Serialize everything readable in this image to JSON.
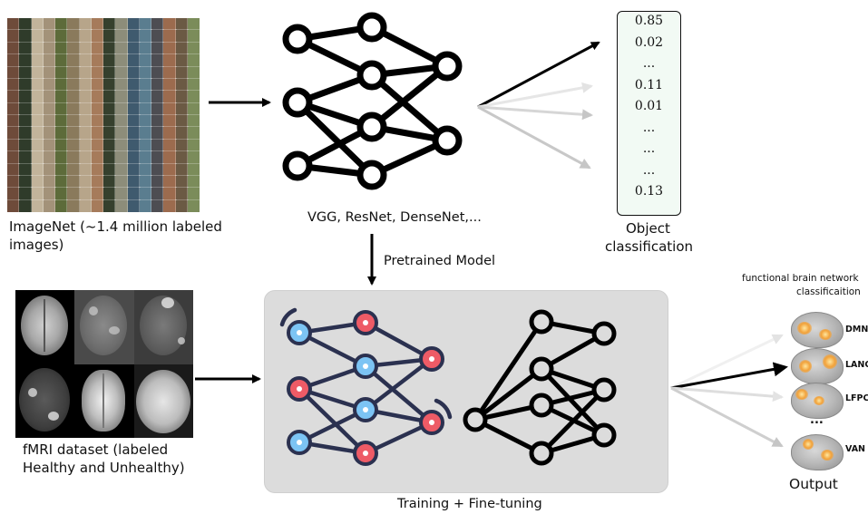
{
  "imagenet": {
    "caption_line1": "ImageNet (~1.4 million labeled",
    "caption_line2": "images)"
  },
  "pretrained": {
    "models_label": "VGG, ResNet, DenseNet,...",
    "arrow_label": "Pretrained Model"
  },
  "output_vector": {
    "values": [
      "0.85",
      "0.02",
      "...",
      "0.11",
      "0.01",
      "...",
      "...",
      "...",
      "0.13"
    ],
    "caption_line1": "Object",
    "caption_line2": "classification"
  },
  "fmri": {
    "caption_line1": "fMRI dataset (labeled",
    "caption_line2": "Healthy and Unhealthy)"
  },
  "training": {
    "caption": "Training + Fine-tuning",
    "node_colors": {
      "blue": "#7cc4f4",
      "red": "#ee5b66",
      "edge": "#2b3150"
    }
  },
  "brain_networks": {
    "title_line1": "functional brain network",
    "title_line2": "classificaition",
    "labels": [
      "DMN",
      "LANG",
      "LFPCN",
      "VAN"
    ],
    "ellipsis": "...",
    "output_label": "Output"
  }
}
